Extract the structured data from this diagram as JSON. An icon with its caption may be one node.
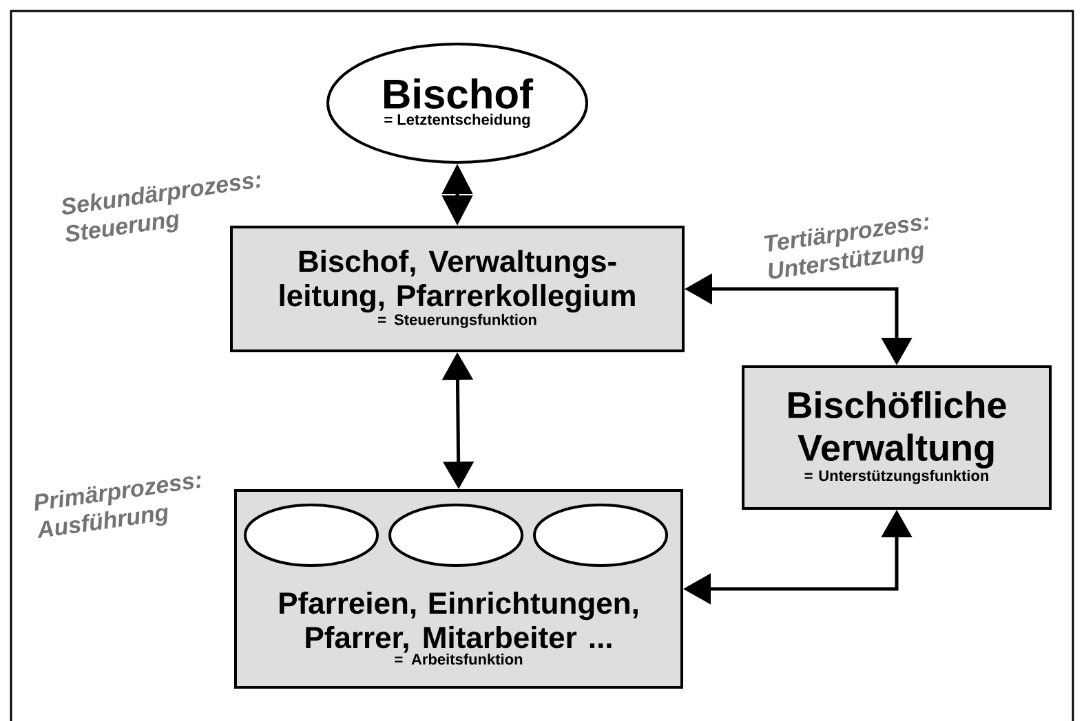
{
  "diagram": {
    "nodes": [
      {
        "text": [
          "Bischof",
          "= Letztentscheidung"
        ]
      },
      {
        "text": [
          "Bischof, Verwaltungs- leitung, Pfarrerkollegium",
          "= Steuerungsfunktion"
        ]
      },
      {
        "text": [
          "Bischöfliche Verwaltung",
          "= Unterstützungsfunktion"
        ]
      },
      {
        "text": [
          "Pfarreien, Einrichtungen, Pfarrer, Mitarbeiter ...",
          "= Arbeitsfunktion"
        ]
      },
      {
        "text": [],
        "shape": "ellipse",
        "in": 3
      },
      {
        "text": [],
        "shape": "ellipse",
        "in": 3
      },
      {
        "text": [],
        "shape": "ellipse",
        "in": 3
      }
    ],
    "edges": [
      {
        "from": 0,
        "to": 1,
        "arrow": "both"
      },
      {
        "from": 1,
        "to": 2,
        "arrow": "both"
      },
      {
        "from": 1,
        "to": 3,
        "arrow": "both"
      },
      {
        "from": 3,
        "to": 2,
        "arrow": "both"
      }
    ],
    "labels": [
      "Sekundärprozess: Steuerung",
      "Tertiärprozess: Unterstützung",
      "Primärprozess: Ausführung"
    ]
  }
}
